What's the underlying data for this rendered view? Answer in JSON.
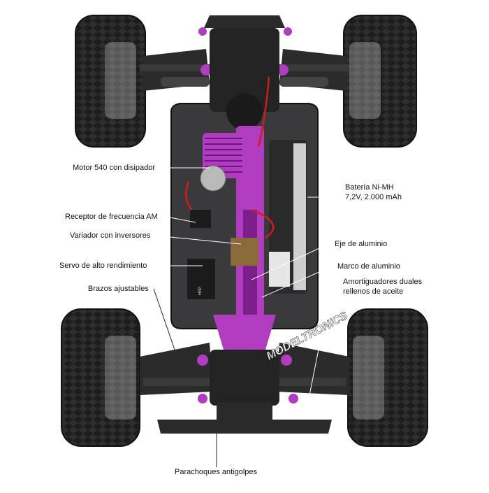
{
  "labels": {
    "motor": "Motor 540 con disipador",
    "battery_line1": "Batería Ni-MH",
    "battery_line2": "7,2V, 2.000 mAh",
    "receiver": "Receptor de frecuencia AM",
    "esc": "Variador con inversores",
    "axle": "Eje de aluminio",
    "servo": "Servo de alto rendimiento",
    "frame": "Marco de aluminio",
    "arms": "Brazos ajustables",
    "shocks_line1": "Amortiguadores duales",
    "shocks_line2": "rellenos de aceite",
    "bumper": "Parachoques antigolpes"
  },
  "watermark": "MODELTRONICS",
  "colors": {
    "chassis": "#3a3a3c",
    "anodized_purple": "#b03cc0",
    "tire": "#1f1f1f",
    "rim": "#d9d9dc",
    "wire_red": "#cc1e1e",
    "arm": "#2b2b2b"
  }
}
